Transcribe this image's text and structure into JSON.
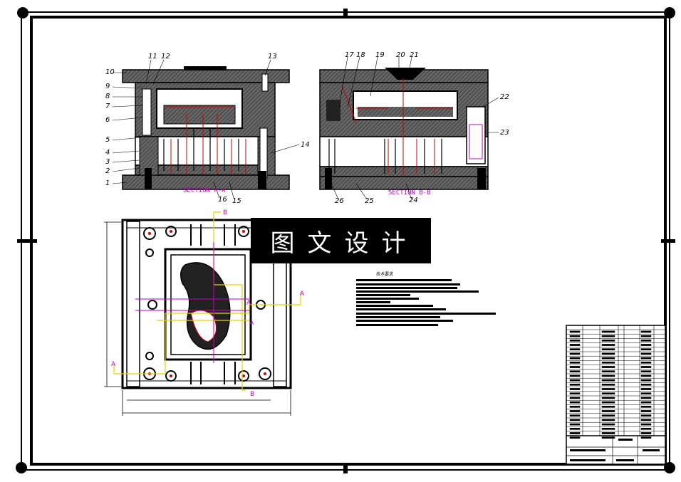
{
  "banner": {
    "text": "图文设计"
  },
  "section_labels": {
    "aa": "SECTION A-A",
    "bb": "SECTION B-B"
  },
  "section_markers": [
    "A",
    "A",
    "A",
    "A",
    "B",
    "B"
  ],
  "callouts": {
    "left_view": [
      "1",
      "2",
      "3",
      "4",
      "5",
      "6",
      "7",
      "8",
      "9",
      "10",
      "11",
      "12",
      "13",
      "14",
      "15",
      "16"
    ],
    "right_view": [
      "17",
      "18",
      "19",
      "20",
      "21",
      "22",
      "23",
      "24",
      "25",
      "26"
    ]
  },
  "tech_notes": {
    "title": "技术要求"
  },
  "colors": {
    "line": "#000000",
    "section_label": "#c000c0",
    "guide_line": "#e8d000",
    "accent_red": "#cc0000",
    "hatch": "#555555"
  }
}
